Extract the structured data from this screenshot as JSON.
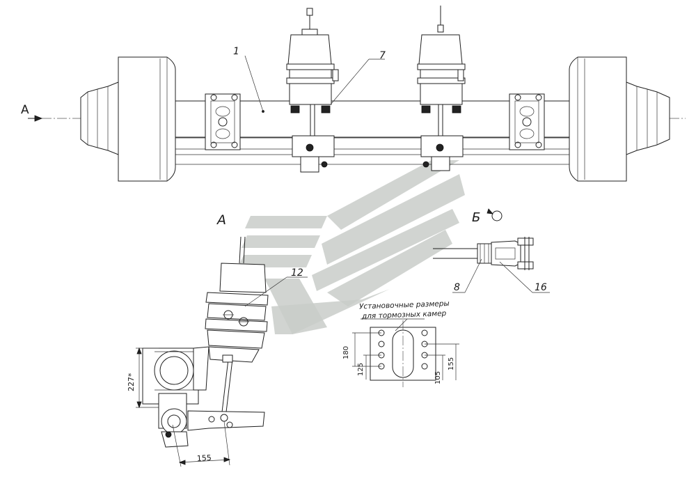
{
  "labels": {
    "view_arrow": "А",
    "view_a": "А",
    "view_b": "Б",
    "part_1": "1",
    "part_7": "7",
    "part_8": "8",
    "part_12": "12",
    "part_16": "16"
  },
  "note": {
    "line1": "Установочные размеры",
    "line2": "для тормозных камер"
  },
  "dimensions": {
    "d180": "180",
    "d125": "125",
    "d105": "105",
    "d155_right": "155",
    "d227": "227*",
    "d155_bottom": "155"
  },
  "colors": {
    "line": "#1f1f1f",
    "watermark": "#c9cdc9",
    "background": "#ffffff"
  }
}
